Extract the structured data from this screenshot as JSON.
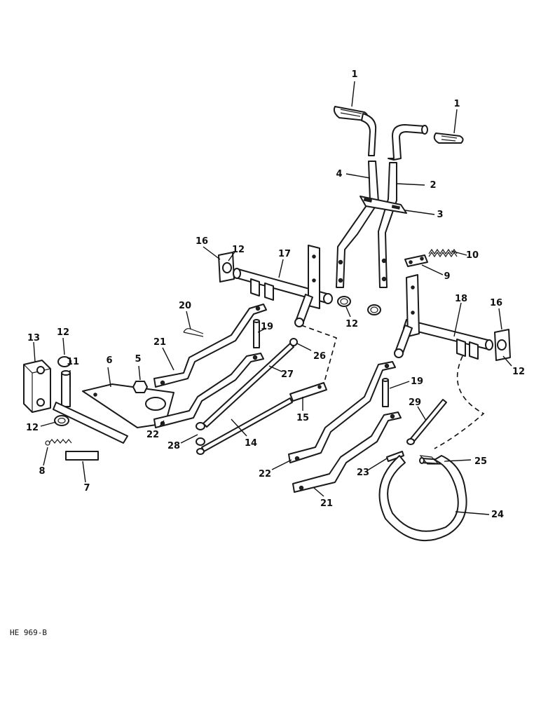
{
  "drawing": {
    "code": "HE 969-B",
    "callouts": [
      "1",
      "1",
      "2",
      "3",
      "4",
      "5",
      "6",
      "7",
      "8",
      "9",
      "10",
      "11",
      "12",
      "12",
      "12",
      "12",
      "12",
      "12",
      "13",
      "14",
      "15",
      "16",
      "16",
      "17",
      "18",
      "19",
      "19",
      "20",
      "21",
      "21",
      "22",
      "22",
      "23",
      "24",
      "25",
      "26",
      "27",
      "28",
      "29"
    ]
  }
}
